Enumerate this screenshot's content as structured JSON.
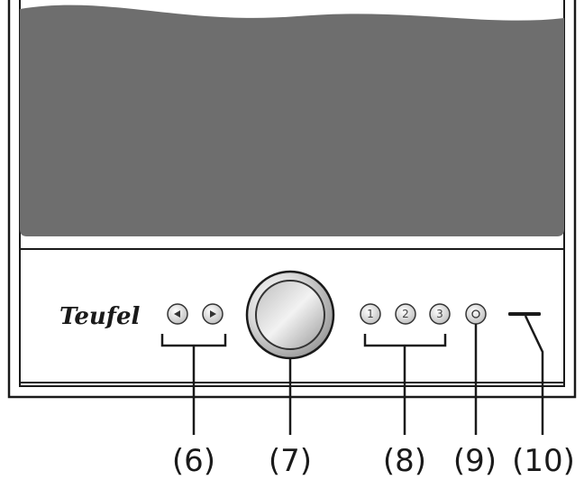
{
  "brand": {
    "logo_text": "Teufel"
  },
  "display": {
    "color": "#6e6e6e"
  },
  "controls": {
    "prev_button": {
      "icon": "triangle-left-icon"
    },
    "next_button": {
      "icon": "triangle-right-icon"
    },
    "preset_buttons": [
      "1",
      "2",
      "3"
    ],
    "power_button": {
      "icon": "power-circle-icon"
    },
    "slot": {
      "icon": "slot-line"
    }
  },
  "callouts": [
    {
      "label": "(6)",
      "target": "prev-next-buttons"
    },
    {
      "label": "(7)",
      "target": "rotary-knob"
    },
    {
      "label": "(8)",
      "target": "preset-buttons"
    },
    {
      "label": "(9)",
      "target": "power-button"
    },
    {
      "label": "(10)",
      "target": "slot"
    }
  ]
}
